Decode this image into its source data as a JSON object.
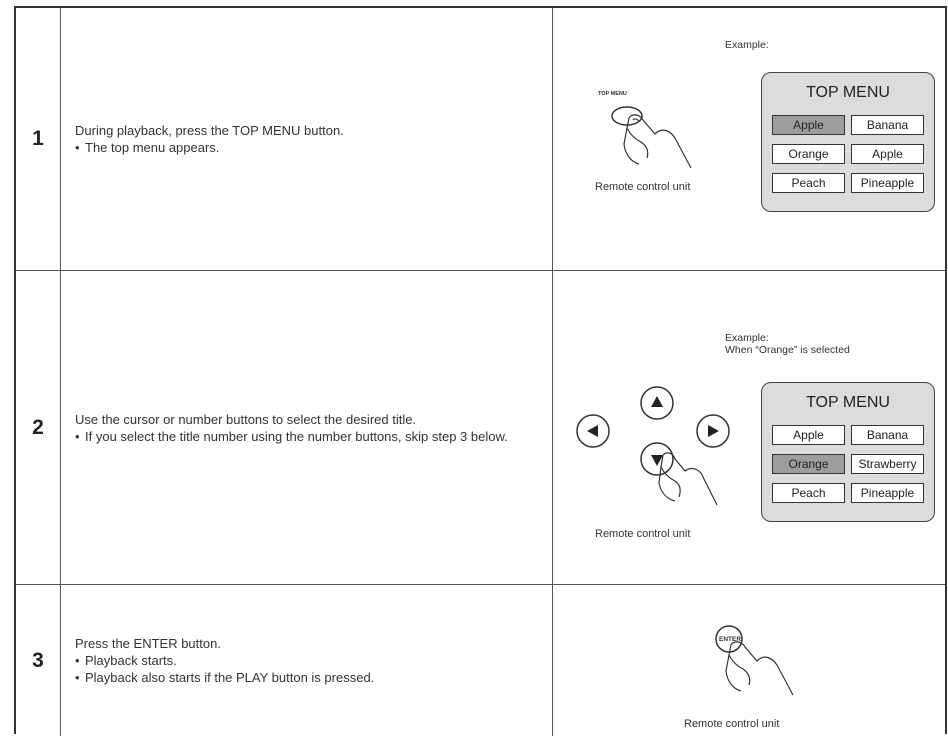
{
  "steps": [
    {
      "number": "1",
      "instruction": "During playback, press the TOP MENU button.",
      "bullets": [
        "The top menu appears."
      ],
      "illustration": {
        "example_label": "Example:",
        "example_label_2": "",
        "button_label": "TOP MENU",
        "remote_label": "Remote control unit",
        "menu_title": "TOP MENU",
        "menu_items": [
          "Apple",
          "Banana",
          "Orange",
          "Apple",
          "Peach",
          "Pineapple"
        ],
        "selected_index": 0
      }
    },
    {
      "number": "2",
      "instruction": "Use the cursor or number buttons to select the desired title.",
      "bullets": [
        "If you select the title number using the number buttons, skip step 3 below."
      ],
      "illustration": {
        "example_label": "Example:",
        "example_label_2": "When “Orange” is selected",
        "remote_label": "Remote control unit",
        "menu_title": "TOP MENU",
        "menu_items": [
          "Apple",
          "Banana",
          "Orange",
          "Strawberry",
          "Peach",
          "Pineapple"
        ],
        "selected_index": 2
      }
    },
    {
      "number": "3",
      "instruction": "Press the ENTER button.",
      "bullets": [
        "Playback starts.",
        "Playback also starts if the PLAY button is pressed."
      ],
      "illustration": {
        "button_label": "ENTER",
        "remote_label": "Remote control unit"
      }
    }
  ],
  "colors": {
    "menu_background": "#dcdcdc",
    "selected_item": "#9d9d9d",
    "border": "#333333"
  }
}
